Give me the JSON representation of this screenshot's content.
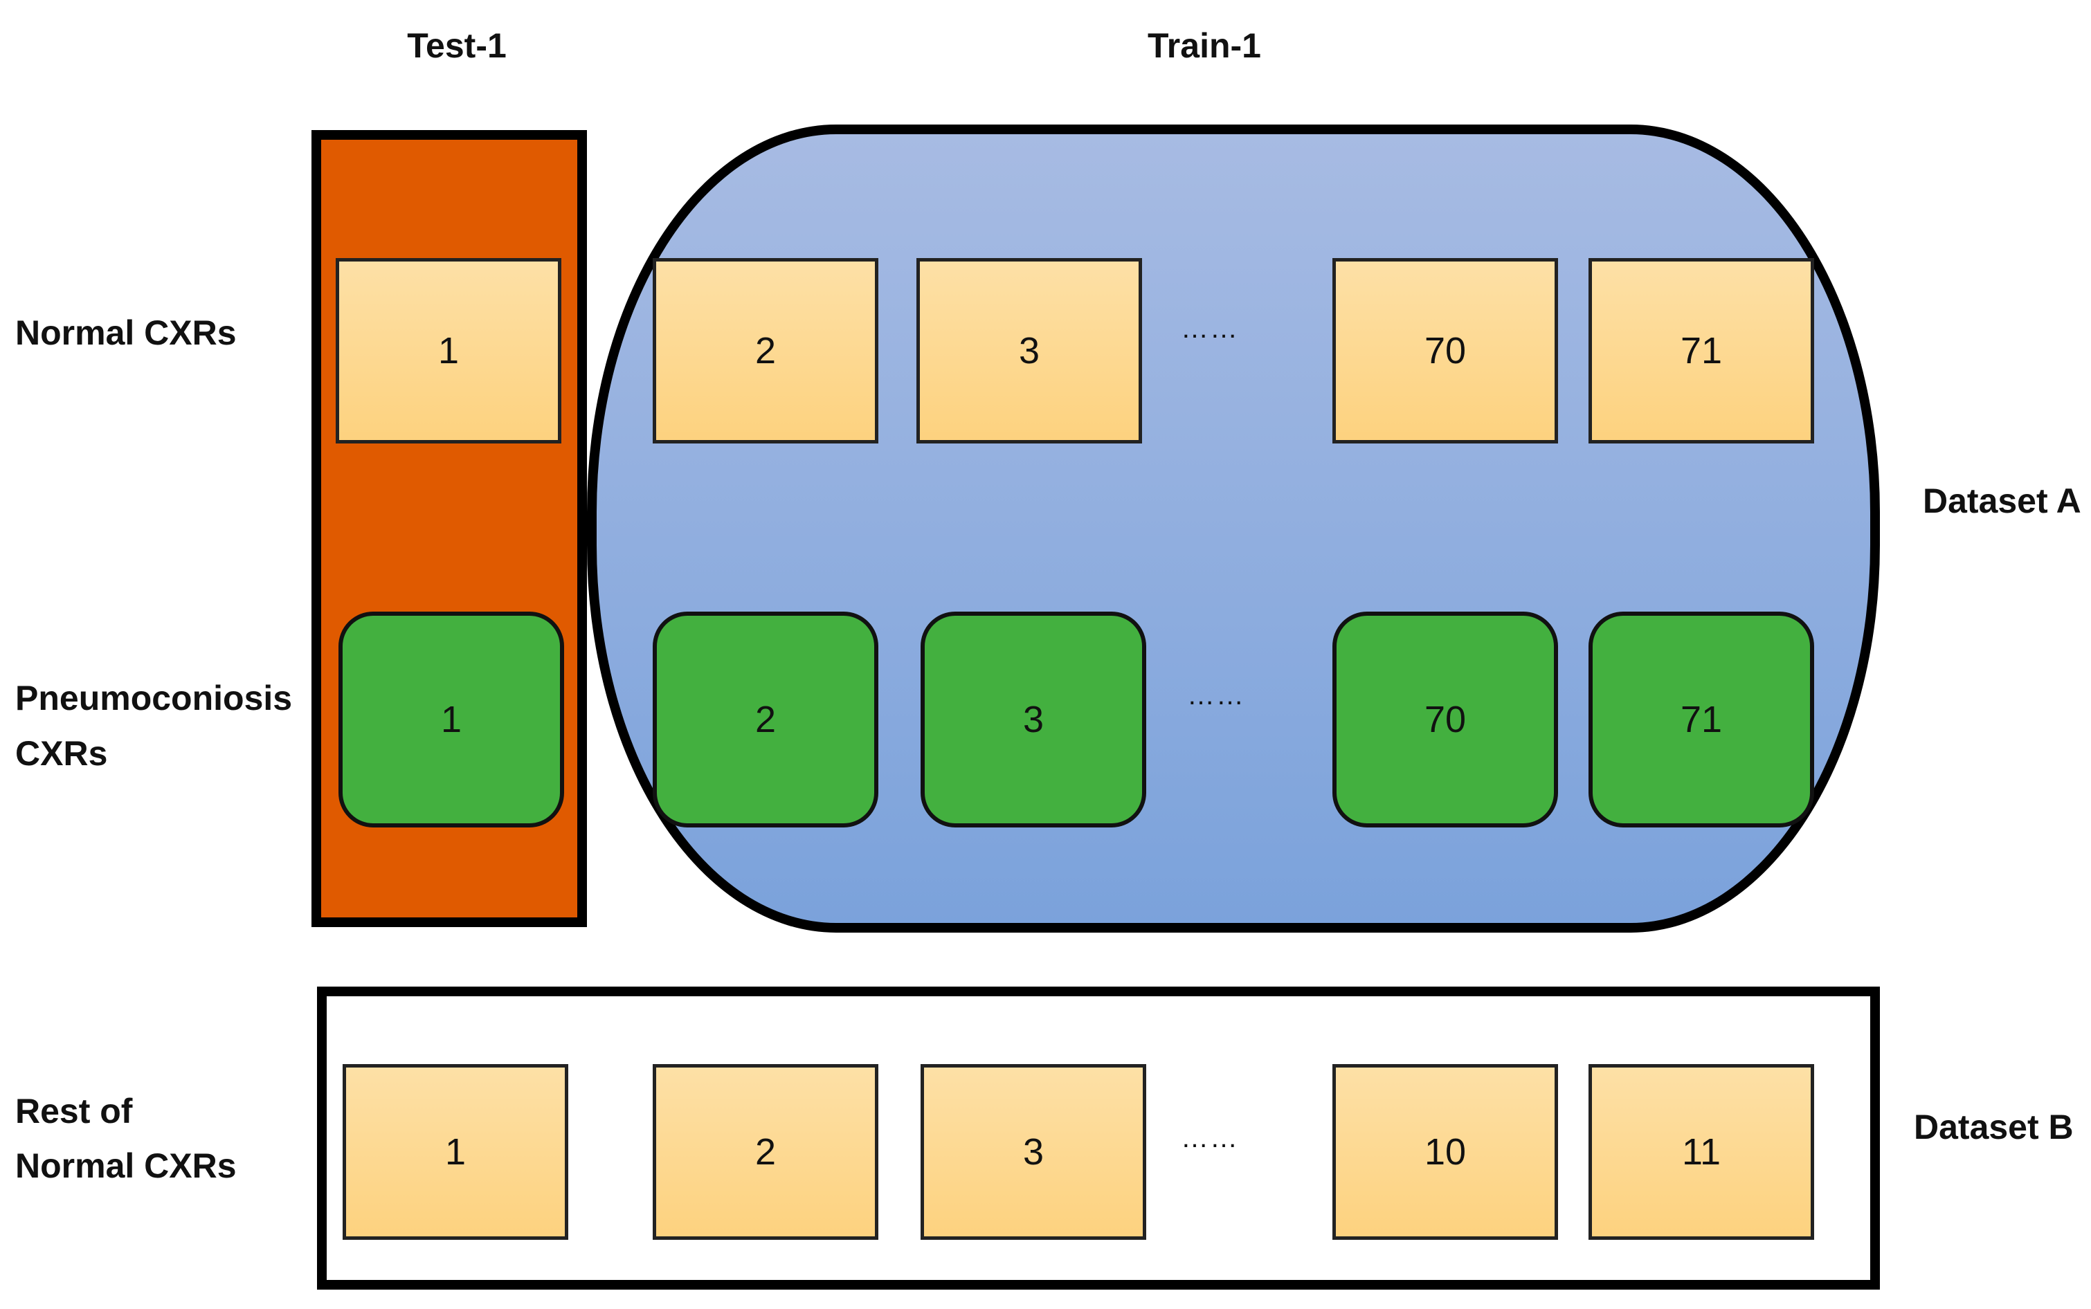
{
  "headers": {
    "test": "Test-1",
    "train": "Train-1"
  },
  "row_labels": {
    "normal": "Normal CXRs",
    "pneumo_line1": "Pneumoconiosis",
    "pneumo_line2": "CXRs",
    "rest_line1": "Rest of",
    "rest_line2": "Normal CXRs"
  },
  "datasets": {
    "a": "Dataset A",
    "b": "Dataset B"
  },
  "normal_row": [
    "1",
    "2",
    "3",
    "70",
    "71"
  ],
  "pneumo_row": [
    "1",
    "2",
    "3",
    "70",
    "71"
  ],
  "rest_row": [
    "1",
    "2",
    "3",
    "10",
    "11"
  ],
  "ellipsis": "……",
  "colors": {
    "test_fill": "#e05a00",
    "train_fill_top": "#a7bbe3",
    "train_fill_bottom": "#7ba2db",
    "normal_fill": "#fdd88f",
    "pneumo_fill": "#43b03f"
  }
}
